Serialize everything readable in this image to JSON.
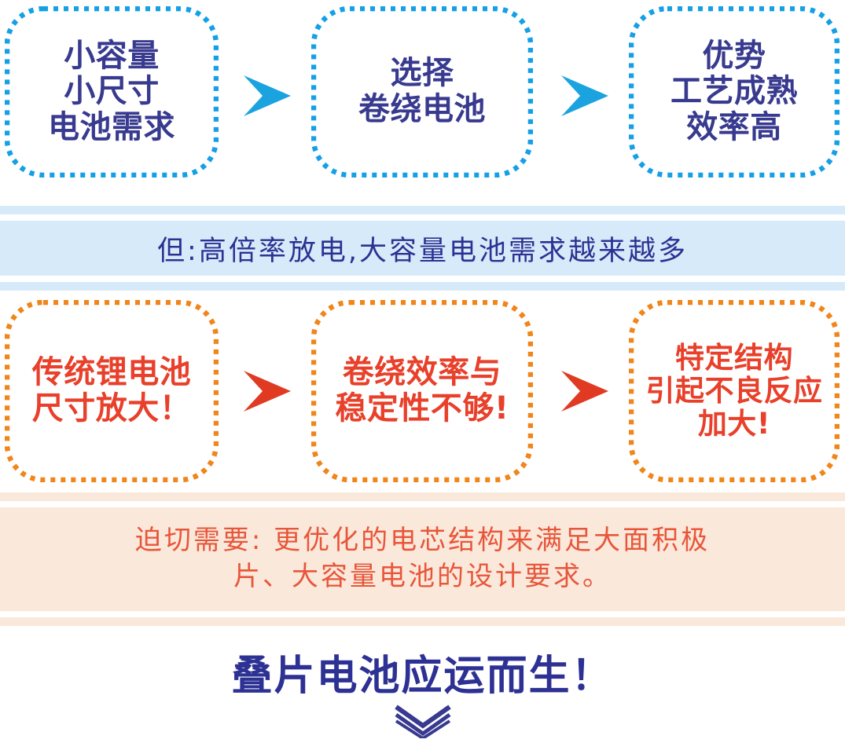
{
  "diagram": {
    "title": "叠片电池应运而生！",
    "colors": {
      "navy_text": "#383A8F",
      "blue_dotted_border": "#14A0E6",
      "blue_arrow": "#1BA3E0",
      "blue_banner_bg": "#D7EAF9",
      "blue_banner_text": "#2D3193",
      "red_text": "#E8402A",
      "orange_dotted_border": "#F08519",
      "red_arrow": "#E03B22",
      "orange_banner_bg": "#FAE8DB",
      "orange_banner_text": "#E8563A"
    }
  },
  "row_top": {
    "boxes": [
      {
        "id": "demand",
        "lines": [
          "小容量",
          "小尺寸",
          "电池需求"
        ]
      },
      {
        "id": "choice",
        "lines": [
          "选择",
          "卷绕电池"
        ]
      },
      {
        "id": "advantage",
        "lines": [
          "优势",
          "工艺成熟",
          "效率高"
        ]
      }
    ],
    "arrows": [
      {
        "id": "arrow-1",
        "name": "chevron-right-icon"
      },
      {
        "id": "arrow-2",
        "name": "chevron-right-icon"
      }
    ]
  },
  "banner_blue": {
    "text": "但:高倍率放电,大容量电池需求越来越多"
  },
  "row_bottom": {
    "boxes": [
      {
        "id": "traditional",
        "lines": [
          "传统锂电池",
          "尺寸放大！"
        ]
      },
      {
        "id": "winding",
        "lines": [
          "卷绕效率与",
          "稳定性不够!"
        ]
      },
      {
        "id": "structure",
        "lines": [
          "特定结构",
          "引起不良反应",
          "加大!"
        ]
      }
    ],
    "arrows": [
      {
        "id": "arrow-3",
        "name": "chevron-right-icon"
      },
      {
        "id": "arrow-4",
        "name": "chevron-right-icon"
      }
    ]
  },
  "banner_orange": {
    "lines": [
      "迫切需要: 更优化的电芯结构来满足大面积极",
      "片、大容量电池的设计要求。"
    ]
  },
  "conclusion": {
    "text": "叠片电池应运而生！",
    "chevron_icon": "chevron-double-down-icon"
  }
}
